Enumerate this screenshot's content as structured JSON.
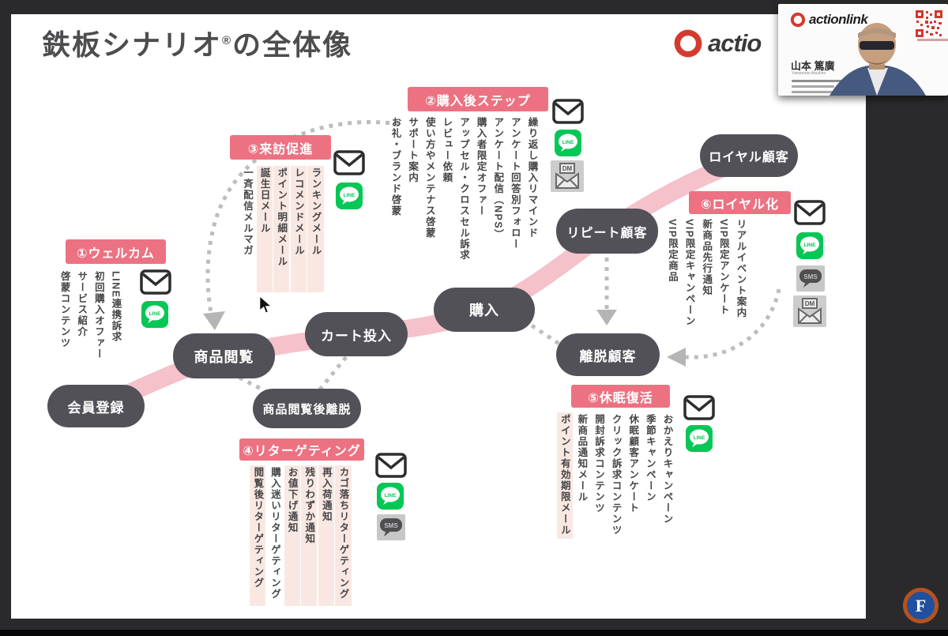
{
  "title": {
    "main": "鉄板シナリオ",
    "reg": "®",
    "suffix": "の全体像"
  },
  "slide_logo": {
    "text": "actio"
  },
  "webcam": {
    "brand": "actionlink",
    "name": "山本 篤廣",
    "romaji": "Yamamoto Atsuhiro"
  },
  "nodes": {
    "signup": "会員登録",
    "browse": "商品閲覧",
    "cart": "カート投入",
    "purchase": "購入",
    "repeat": "リピート顧客",
    "loyal": "ロイヤル顧客",
    "churn": "離脱顧客",
    "browse_exit": "商品閲覧後離脱"
  },
  "scenarios": {
    "welcome": {
      "label": "①ウェルカム",
      "items": [
        "LINE連携訴求",
        "初回購入オファー",
        "サービス紹介",
        "啓蒙コンテンツ"
      ],
      "channels": [
        "email",
        "line"
      ]
    },
    "post_purchase": {
      "label": "②購入後ステップ",
      "items": [
        "繰り返し購入リマインド",
        "アンケート回答別フォロー",
        "アンケート配信（NPS）",
        "購入者限定オファー",
        "アップセル・クロスセル訴求",
        "レビュー依頼",
        "使い方やメンテナス啓蒙",
        "サポート案内",
        "お礼・ブランド啓蒙"
      ],
      "channels": [
        "email",
        "line",
        "dm"
      ]
    },
    "visit": {
      "label": "③来訪促進",
      "items": [
        "ランキングメール",
        "レコメンドメール",
        "ポイント明細メール",
        "誕生日メール",
        "一斉配信メルマガ"
      ],
      "channels": [
        "email",
        "line"
      ]
    },
    "retargeting": {
      "label": "④リターゲティング",
      "items": [
        "カゴ落ちリターゲティング",
        "再入荷通知",
        "残りわずか通知",
        "お値下げ通知",
        "購入迷いリターゲティング",
        "閲覧後リターゲティング"
      ],
      "channels": [
        "email",
        "line",
        "sms"
      ]
    },
    "dormant": {
      "label": "⑤休眠復活",
      "items": [
        "おかえりキャンペーン",
        "季節キャンペーン",
        "休眠顧客アンケート",
        "クリック訴求コンテンツ",
        "開封訴求コンテンツ",
        "新商品通知メール",
        "ポイント有効期限メール"
      ],
      "channels": [
        "email",
        "line"
      ]
    },
    "loyalize": {
      "label": "⑥ロイヤル化",
      "items": [
        "リアルイベント案内",
        "VIP限定アンケート",
        "新商品先行通知",
        "VIP限定キャンペーン",
        "VIP限定商品"
      ],
      "channels": [
        "email",
        "line",
        "sms",
        "dm"
      ]
    }
  },
  "icons": {
    "line_text": "LINE",
    "sms_text": "SMS",
    "dm_text": "DM"
  },
  "footer_logo": {
    "letter": "F"
  },
  "colors": {
    "accent_pink": "#ec7282",
    "highlight": "#f9e8e2",
    "node_gray": "#515157",
    "path_pink": "#f3b6c2",
    "line_green": "#06c755",
    "brand_red": "#d63a2f"
  }
}
